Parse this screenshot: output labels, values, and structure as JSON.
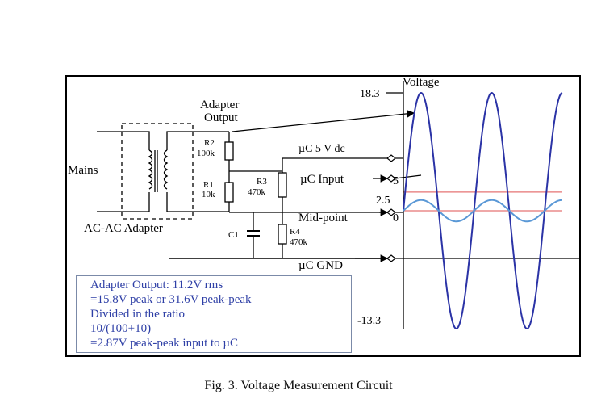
{
  "diagram": {
    "labels": {
      "mains": "Mains",
      "adapter_type": "AC-AC Adapter",
      "adapter_output_line1": "Adapter",
      "adapter_output_line2": "Output",
      "r2_name": "R2",
      "r2_value": "100k",
      "r1_name": "R1",
      "r1_value": "10k",
      "r3_name": "R3",
      "r3_value": "470k",
      "r4_name": "R4",
      "r4_value": "470k",
      "c1_name": "C1",
      "uc_5v": "µC 5 V dc",
      "uc_input": "µC Input",
      "mid_point": "Mid-point",
      "uc_gnd": "µC GND"
    },
    "axis": {
      "title": "Voltage",
      "ticks": [
        "18.3",
        "5",
        "2.5",
        "0",
        "-13.3"
      ]
    }
  },
  "chart_data": {
    "type": "line",
    "ylabel": "Voltage",
    "yticks": [
      18.3,
      5,
      2.5,
      0,
      -13.3
    ],
    "ylim": [
      -13.3,
      18.3
    ],
    "reference_lines": [
      5,
      2.5
    ],
    "series": [
      {
        "offset": 2.5,
        "amplitude": 15.8,
        "cycles": 2.25,
        "color": "#2b33a6"
      },
      {
        "offset": 2.5,
        "amplitude": 1.435,
        "cycles": 2.25,
        "color": "#5a98d6"
      }
    ],
    "colors": {
      "reference": "#e57373",
      "box_text": "#2e3fa6"
    }
  },
  "info_box": {
    "lines": [
      "Adapter Output: 11.2V rms",
      "=15.8V peak or 31.6V peak-peak",
      "Divided in the ratio",
      "10/(100+10)",
      "=2.87V peak-peak input to µC"
    ]
  },
  "caption": "Fig. 3.   Voltage Measurement Circuit"
}
